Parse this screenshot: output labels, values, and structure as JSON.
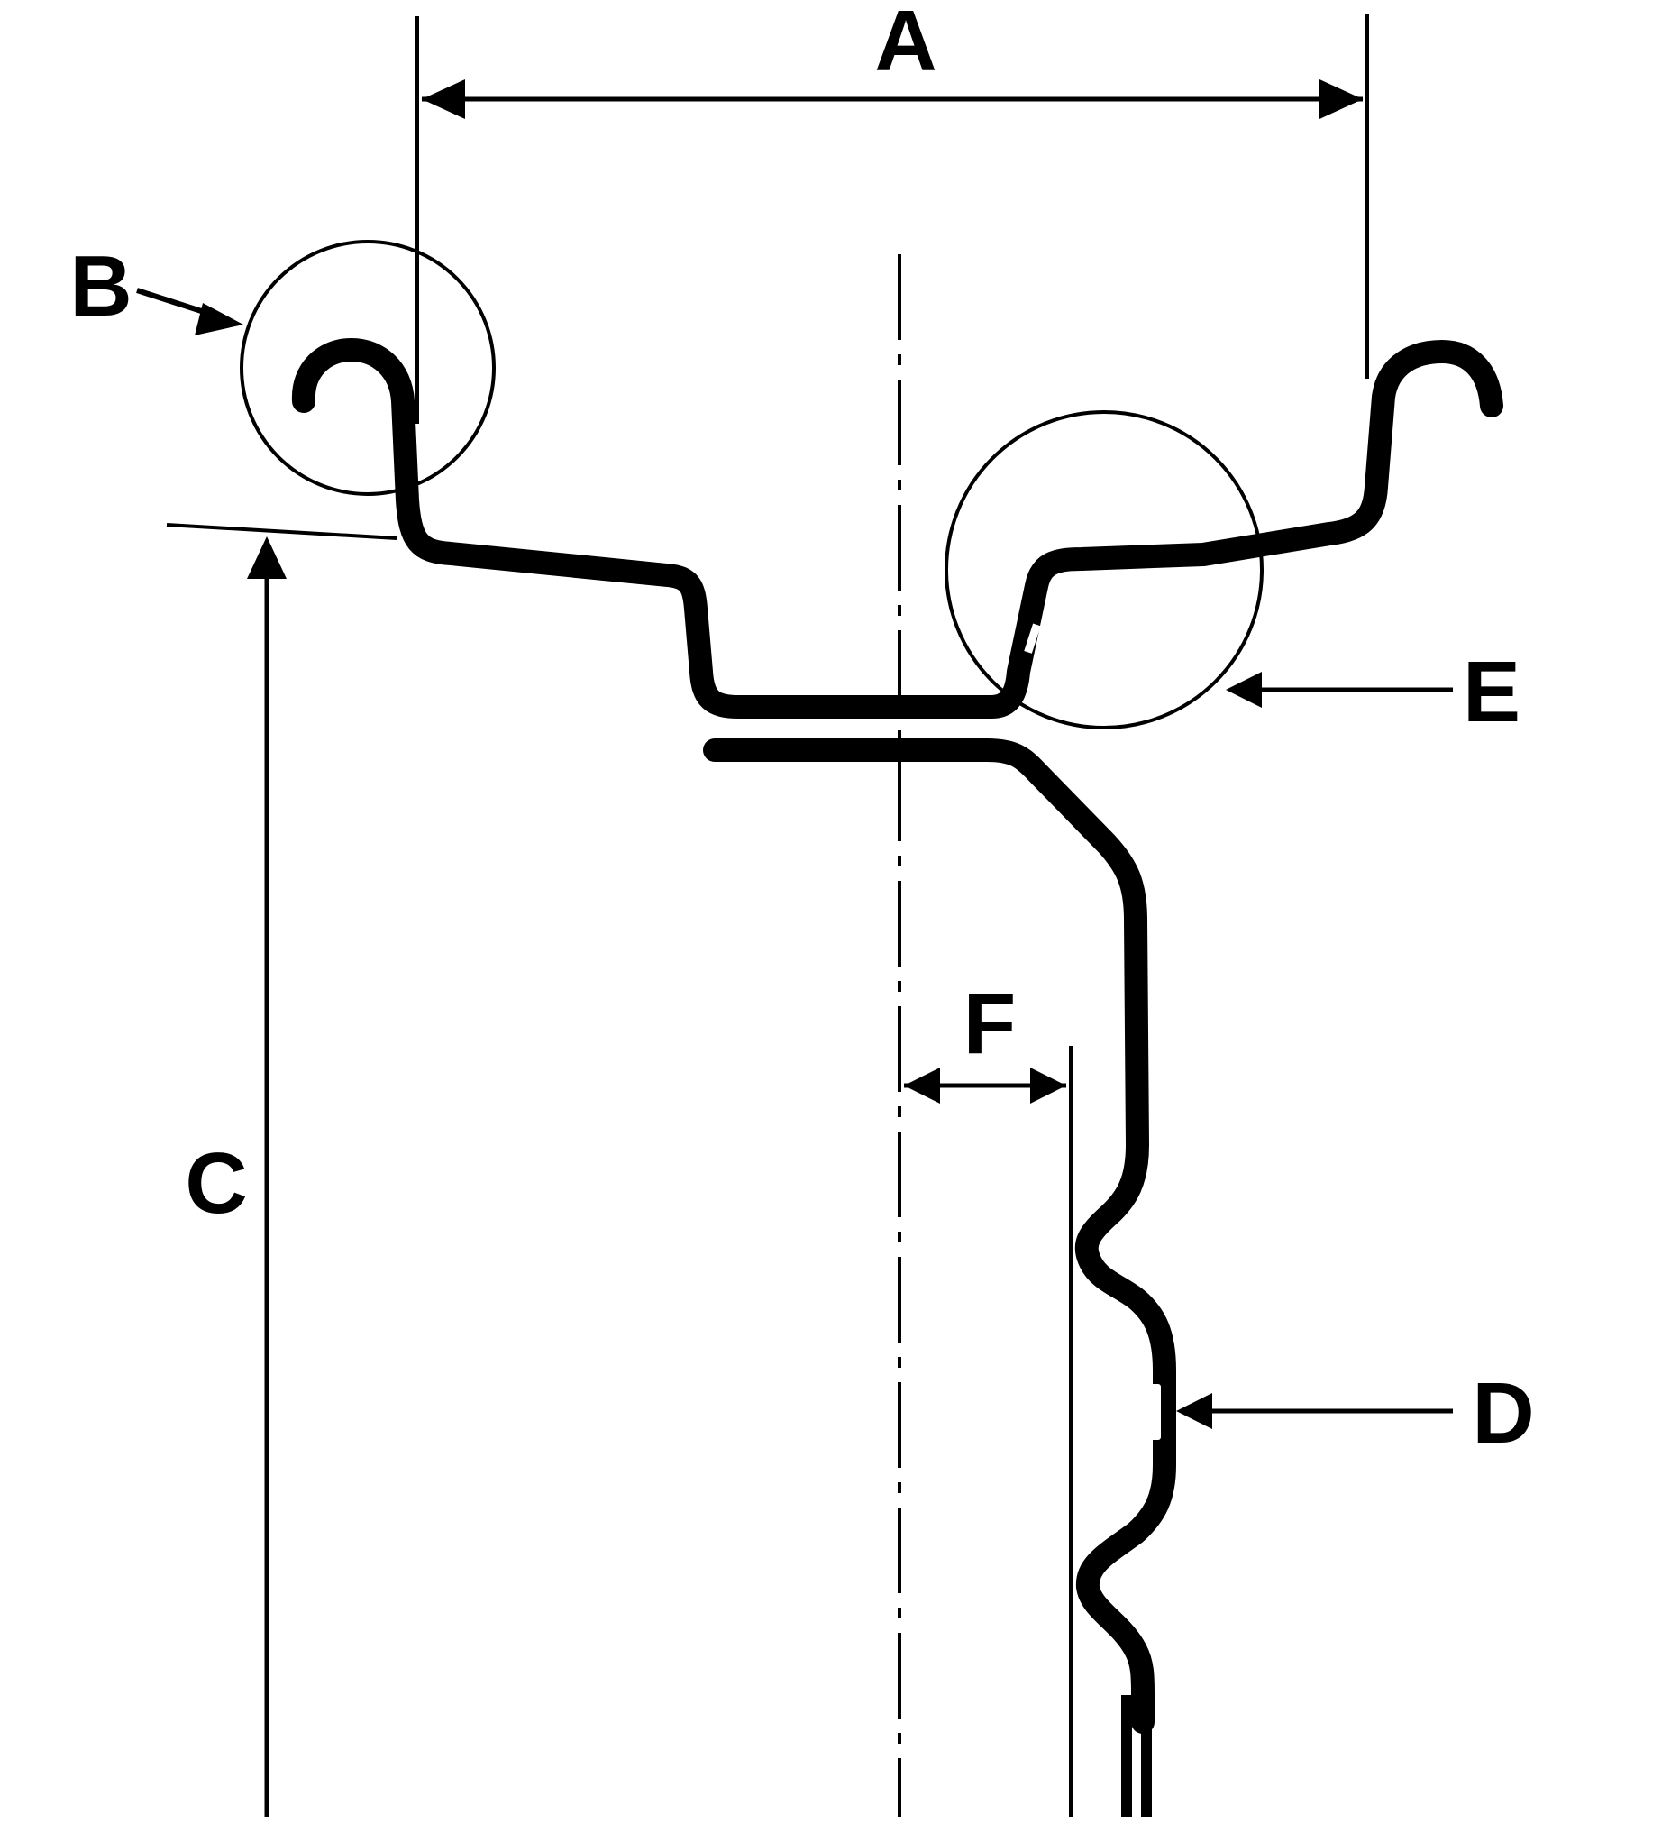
{
  "colors": {
    "ink": "#000000",
    "paper": "#ffffff"
  },
  "labels": {
    "a": "A",
    "b": "B",
    "c": "C",
    "d": "D",
    "e": "E",
    "f": "F"
  }
}
